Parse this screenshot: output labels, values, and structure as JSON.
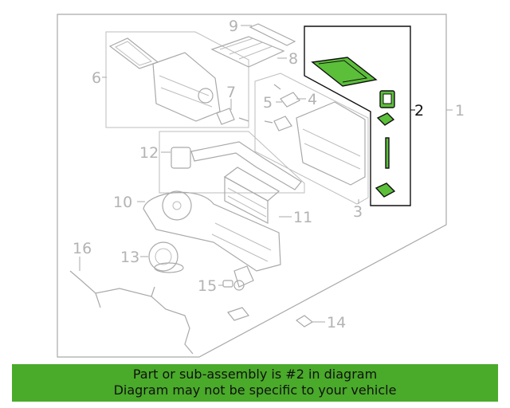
{
  "diagram": {
    "callouts": [
      {
        "id": "1",
        "label": "1"
      },
      {
        "id": "2",
        "label": "2"
      },
      {
        "id": "3",
        "label": "3"
      },
      {
        "id": "4",
        "label": "4"
      },
      {
        "id": "5",
        "label": "5"
      },
      {
        "id": "6",
        "label": "6"
      },
      {
        "id": "7",
        "label": "7"
      },
      {
        "id": "8",
        "label": "8"
      },
      {
        "id": "9",
        "label": "9"
      },
      {
        "id": "10",
        "label": "10"
      },
      {
        "id": "11",
        "label": "11"
      },
      {
        "id": "12",
        "label": "12"
      },
      {
        "id": "13",
        "label": "13"
      },
      {
        "id": "14",
        "label": "14"
      },
      {
        "id": "15",
        "label": "15"
      },
      {
        "id": "16",
        "label": "16"
      }
    ],
    "highlighted_callout": "2",
    "highlight_color": "#5bbf3a"
  },
  "banner": {
    "line1": "Part or sub-assembly is #2 in diagram",
    "line2": "Diagram may not be specific to your vehicle",
    "background": "#4aaa2a"
  }
}
